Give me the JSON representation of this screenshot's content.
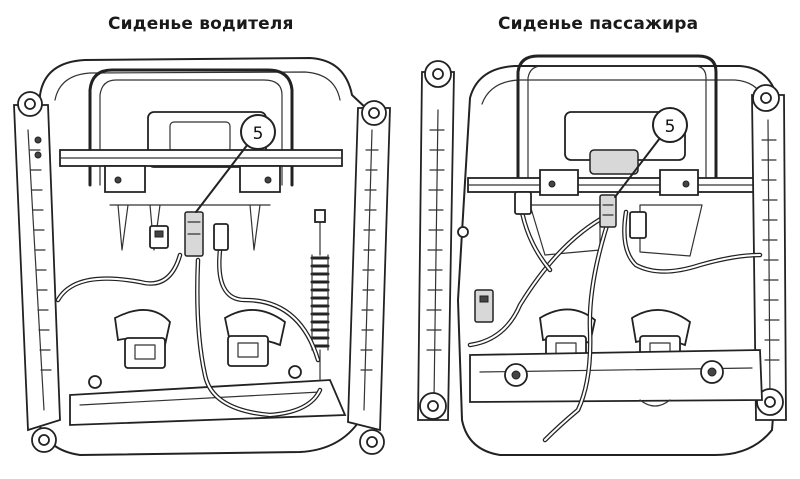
{
  "titles": {
    "driver": "Сиденье водителя",
    "passenger": "Сиденье пассажира"
  },
  "callouts": {
    "driver": "5",
    "passenger": "5"
  }
}
